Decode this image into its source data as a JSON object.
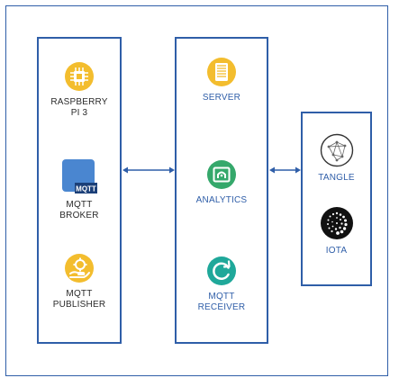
{
  "colors": {
    "border": "#2f5ea8",
    "yellow": "#f3bd2e",
    "green": "#35a86b",
    "teal": "#1fa89a",
    "blue_icon": "#4a86d0",
    "black": "#111111",
    "gray": "#666666"
  },
  "left_panel": {
    "items": [
      {
        "icon": "chip-icon",
        "label": "RASPBERRY\nPI 3"
      },
      {
        "icon": "mqtt-broker-icon",
        "icon_text": "MQTT",
        "label": "MQTT\nBROKER"
      },
      {
        "icon": "hand-gear-icon",
        "label": "MQTT\nPUBLISHER"
      }
    ]
  },
  "middle_panel": {
    "items": [
      {
        "icon": "server-icon",
        "label": "SERVER"
      },
      {
        "icon": "analytics-monitor-icon",
        "label": "ANALYTICS"
      },
      {
        "icon": "refresh-icon",
        "label": "MQTT\nRECEIVER"
      }
    ]
  },
  "right_panel": {
    "items": [
      {
        "icon": "tangle-network-icon",
        "label": "TANGLE"
      },
      {
        "icon": "iota-logo-icon",
        "label": "IOTA"
      }
    ]
  }
}
